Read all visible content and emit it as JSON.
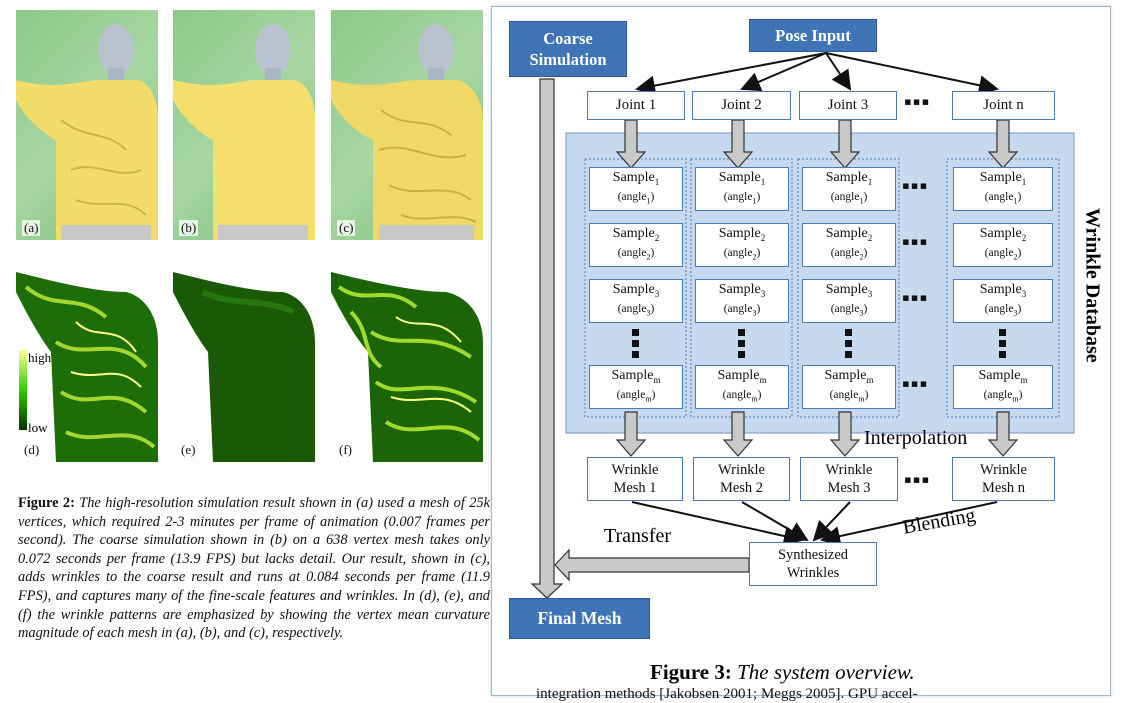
{
  "figure2": {
    "panel_labels": [
      "(a)",
      "(b)",
      "(c)",
      "(d)",
      "(e)",
      "(f)"
    ],
    "heat_legend": {
      "high": "high",
      "low": "low"
    },
    "caption": {
      "label": "Figure 2:",
      "text": "The high-resolution simulation result shown in (a) used a mesh of 25k vertices, which required 2-3 minutes per frame of animation (0.007 frames per second). The coarse simulation shown in (b) on a 638 vertex mesh takes only 0.072 seconds per frame (13.9 FPS) but lacks detail. Our result, shown in (c), adds wrinkles to the coarse result and runs at 0.084 seconds per frame (11.9 FPS), and captures many of the fine-scale features and wrinkles. In (d), (e), and (f) the wrinkle patterns are emphasized by showing the vertex mean curvature magnitude of each mesh in (a), (b), and (c), respectively."
    }
  },
  "figure3": {
    "coarse_simulation": "Coarse Simulation",
    "pose_input": "Pose Input",
    "joints": [
      "Joint 1",
      "Joint 2",
      "Joint 3",
      "Joint n"
    ],
    "ellipsis": "▪▪▪",
    "sample_rows": [
      {
        "label": "Sample",
        "sub": "1",
        "angle": "(angle",
        "angle_sub": "1"
      },
      {
        "label": "Sample",
        "sub": "2",
        "angle": "(angle",
        "angle_sub": "2"
      },
      {
        "label": "Sample",
        "sub": "3",
        "angle": "(angle",
        "angle_sub": "3"
      },
      {
        "label": "Sample",
        "sub": "m",
        "angle": "(angle",
        "angle_sub": "m"
      }
    ],
    "wrinkle_database": "Wrinkle Database",
    "interpolation": "Interpolation",
    "wrinkle_meshes": [
      "Wrinkle Mesh 1",
      "Wrinkle Mesh 2",
      "Wrinkle Mesh 3",
      "Wrinkle Mesh n"
    ],
    "transfer": "Transfer",
    "blending": "Blending",
    "synthesized": "Synthesized Wrinkles",
    "final_mesh": "Final Mesh",
    "caption_label": "Figure 3:",
    "caption_text": "The system overview."
  },
  "bottom_cut_text": "integration methods [Jakobsen 2001; Meggs 2005]. GPU accel-",
  "colors": {
    "db_blue": "#c7d9ef",
    "dark_blue": "#3f74b6",
    "box_border": "#4a7ab8"
  }
}
